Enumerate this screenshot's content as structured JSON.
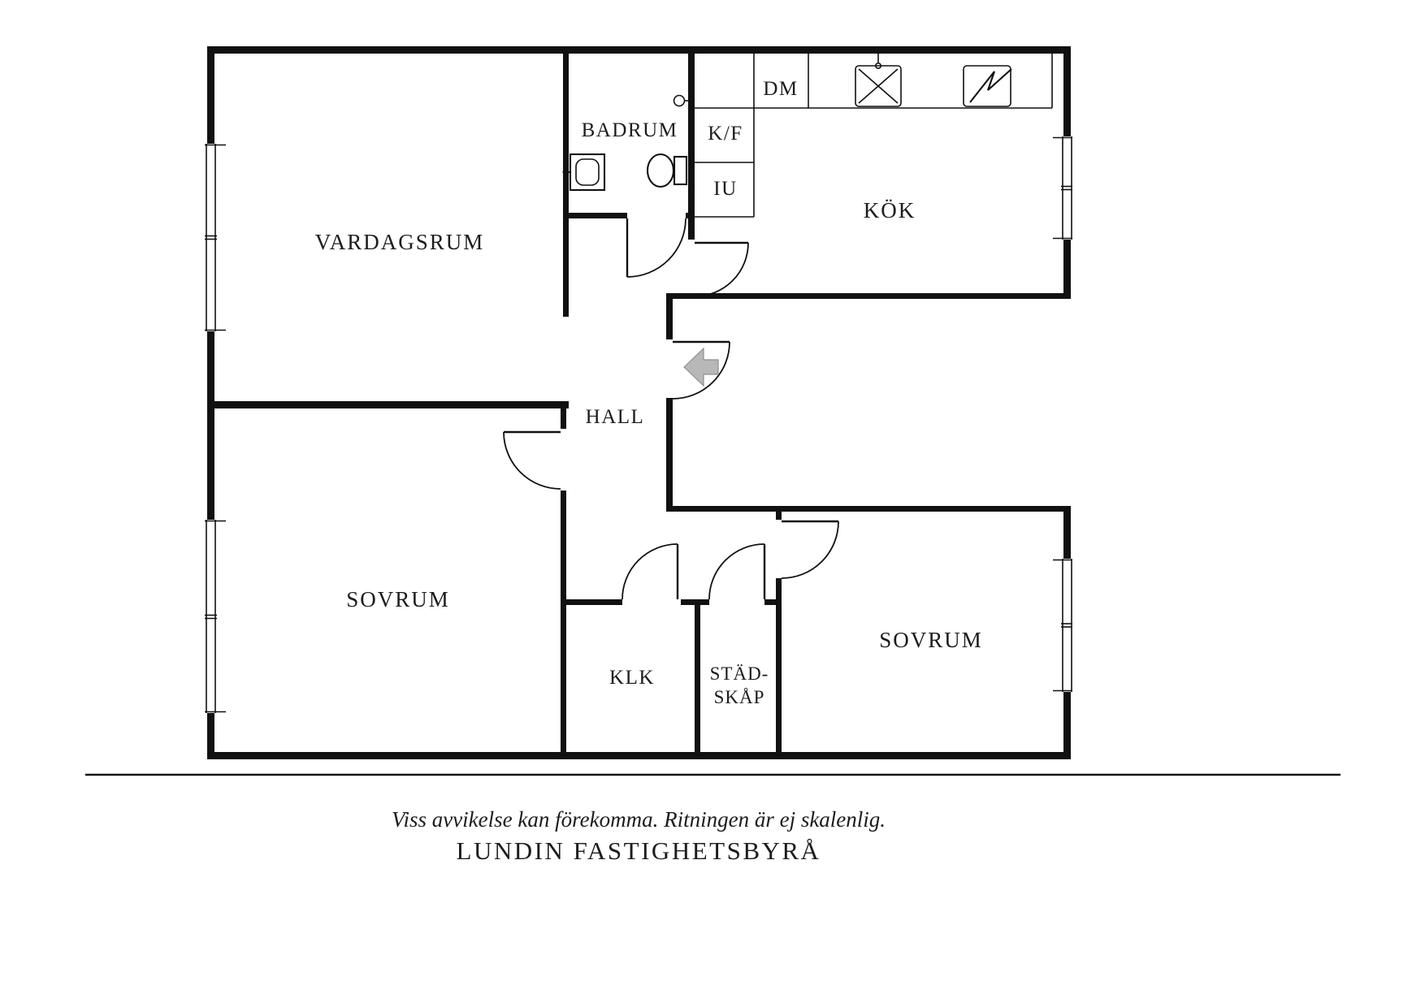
{
  "meta": {
    "type": "apartment-floor-plan"
  },
  "colors": {
    "wall": "#111111",
    "text": "#1c1c1c",
    "background": "#ffffff",
    "arrow_fill": "#b8b8b8",
    "arrow_stroke": "#8f8f8f"
  },
  "rooms": {
    "vardagsrum": {
      "label": "VARDAGSRUM"
    },
    "badrum": {
      "label": "BADRUM"
    },
    "kok": {
      "label": "KÖK"
    },
    "hall": {
      "label": "HALL"
    },
    "sovrum_left": {
      "label": "SOVRUM"
    },
    "sovrum_right": {
      "label": "SOVRUM"
    },
    "klk": {
      "label": "KLK"
    },
    "stadskap": {
      "label_line1": "STÄD-",
      "label_line2": "SKÅP"
    }
  },
  "appliances": {
    "dm": "DM",
    "kf": "K/F",
    "iu": "IU"
  },
  "footer": {
    "disclaimer": "Viss avvikelse kan förekomma. Ritningen är ej skalenlig.",
    "company": "LUNDIN FASTIGHETSBYRÅ"
  }
}
